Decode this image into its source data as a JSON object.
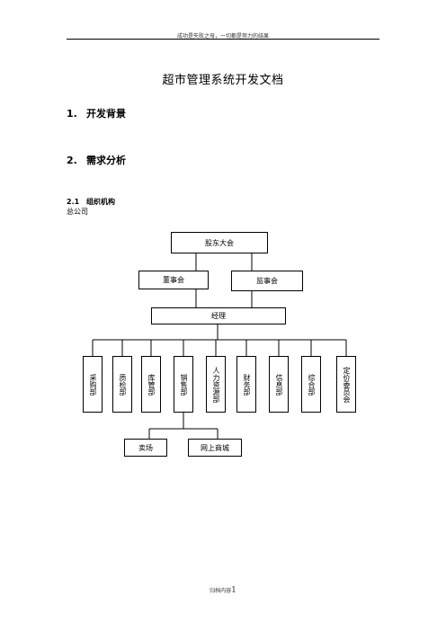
{
  "header": {
    "text": "成功是失败之母，一切都是努力的结果"
  },
  "document": {
    "title": "超市管理系统开发文档",
    "sections": [
      {
        "number": "1.",
        "title": "开发背景"
      },
      {
        "number": "2.",
        "title": "需求分析"
      }
    ],
    "subsection": {
      "number": "2.1",
      "title": "组织机构"
    },
    "subsection_note": "总公司"
  },
  "org_chart": {
    "top": "股东大会",
    "board": "董事会",
    "supervisory": "监事会",
    "manager": "经理",
    "departments": [
      "采购部",
      "质检部",
      "库管部",
      "销售部",
      "人力资源部",
      "财务部",
      "信息部",
      "综合部",
      "定价委员会"
    ],
    "sales_children": [
      "卖场",
      "网上商城"
    ]
  },
  "footer": {
    "label": "归档内容",
    "page": "1"
  }
}
